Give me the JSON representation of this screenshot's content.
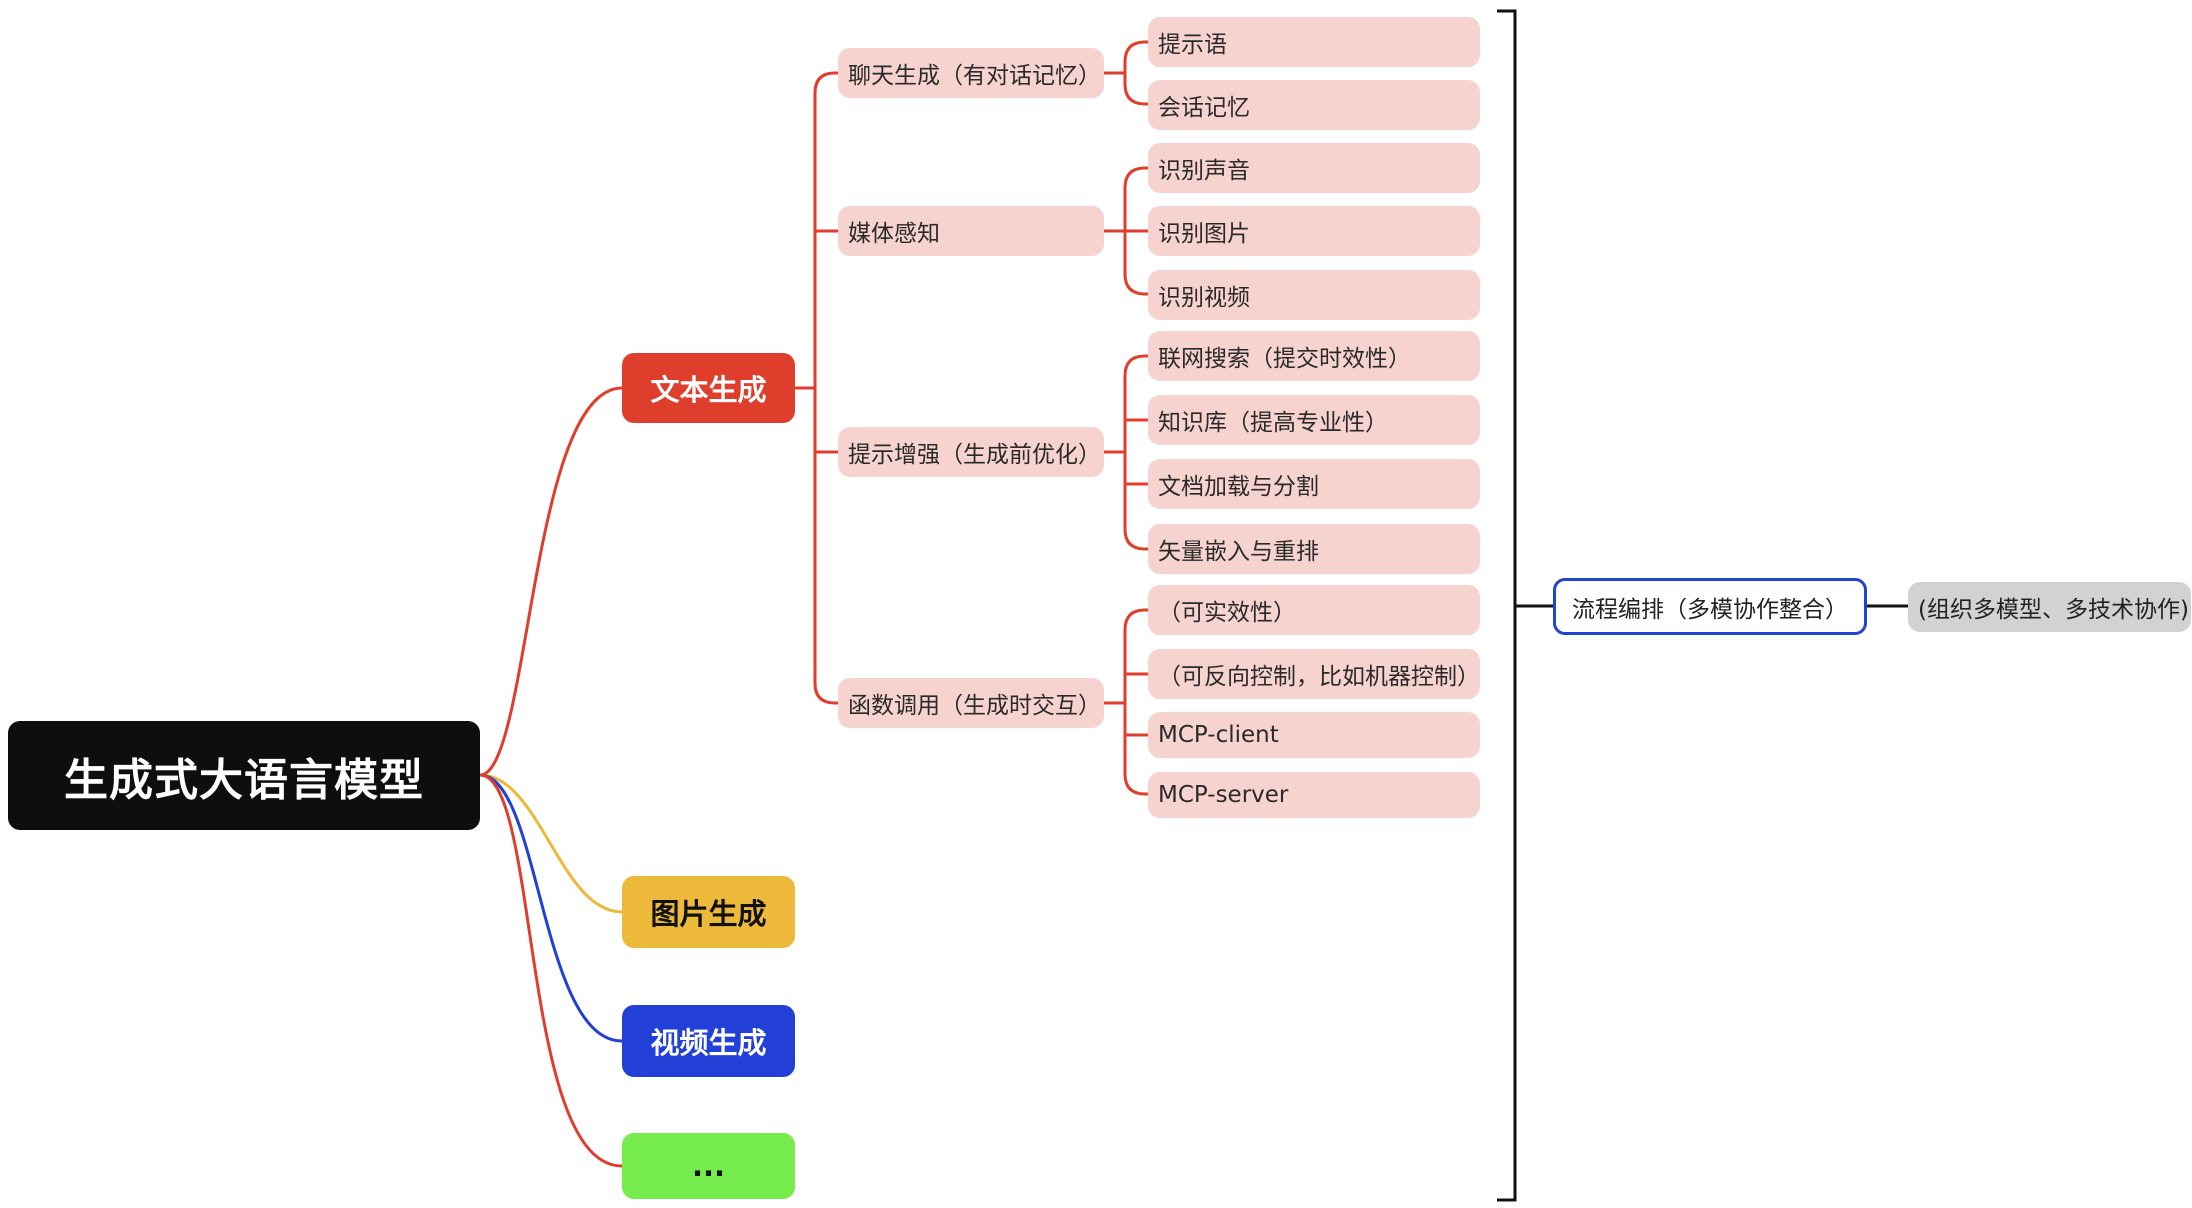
{
  "colors": {
    "root_bg": "#0e0e0e",
    "text_branch": "#e03e2d",
    "image_branch": "#ecb93b",
    "video_branch": "#2240d8",
    "more_branch": "#75ec4b",
    "subtopic_bg": "#f6d3cf",
    "flow_border": "#2244cc",
    "note_bg": "#d2d2d2"
  },
  "root": {
    "label": "生成式大语言模型"
  },
  "branches": [
    {
      "label": "文本生成",
      "color": "#e03e2d",
      "text_color": "#ffffff"
    },
    {
      "label": "图片生成",
      "color": "#ecb93b",
      "text_color": "#111111"
    },
    {
      "label": "视频生成",
      "color": "#2240d8",
      "text_color": "#ffffff"
    },
    {
      "label": "...",
      "color": "#75ec4b",
      "text_color": "#111111"
    }
  ],
  "text_generation": {
    "groups": [
      {
        "label": "聊天生成（有对话记忆）",
        "items": [
          "提示语",
          "会话记忆"
        ]
      },
      {
        "label": "媒体感知",
        "items": [
          "识别声音",
          "识别图片",
          "识别视频"
        ]
      },
      {
        "label": "提示增强（生成前优化）",
        "items": [
          "联网搜索（提交时效性）",
          "知识库（提高专业性）",
          "文档加载与分割",
          "矢量嵌入与重排"
        ]
      },
      {
        "label": "函数调用（生成时交互）",
        "items": [
          "（可实效性）",
          "（可反向控制，比如机器控制）",
          "MCP-client",
          "MCP-server"
        ]
      }
    ]
  },
  "orchestration": {
    "label": "流程编排（多模协作整合）",
    "note": "(组织多模型、多技术协作)"
  }
}
